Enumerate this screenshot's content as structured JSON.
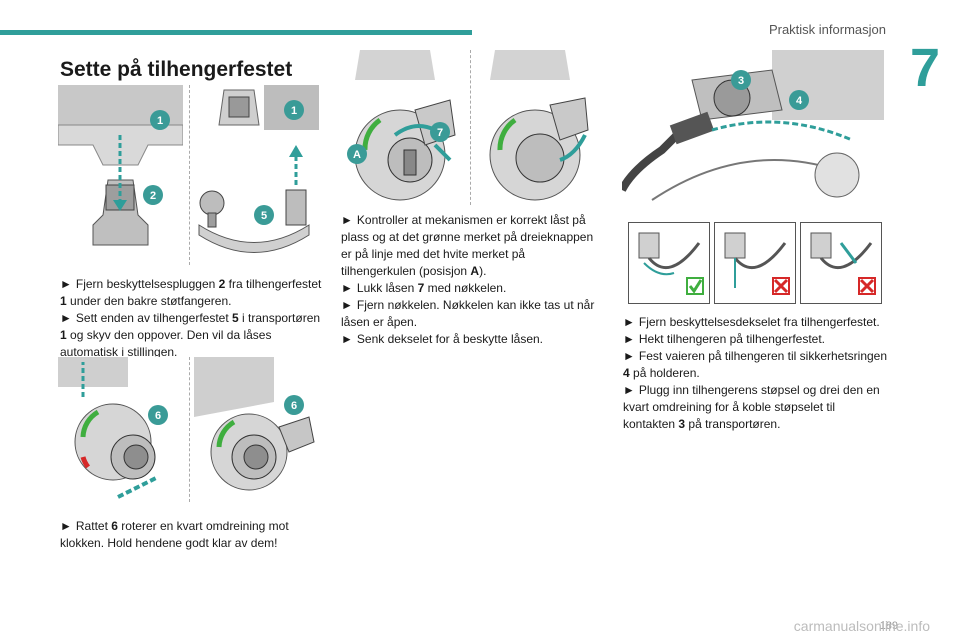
{
  "header": {
    "section": "Praktisk informasjon",
    "chapter": "7"
  },
  "title": "Sette på tilhengerfestet",
  "figure_labels": {
    "fig1": [
      "1",
      "2"
    ],
    "fig2": [
      "1",
      "5"
    ],
    "fig3": [
      "6"
    ],
    "fig4": [
      "6"
    ],
    "fig5": [
      "7",
      "A"
    ],
    "fig7": [
      "3",
      "4"
    ]
  },
  "col1": {
    "para1": [
      {
        "parts": [
          "Fjern beskyttelsespluggen ",
          "2",
          " fra tilhengerfestet ",
          "1",
          " under den bakre støtfangeren."
        ]
      },
      {
        "parts": [
          "Sett enden av tilhengerfestet ",
          "5",
          " i transportøren ",
          "1",
          " og skyv den oppover. Den vil da låses automatisk i stillingen."
        ]
      }
    ],
    "para2": [
      {
        "parts": [
          "Rattet ",
          "6",
          " roterer en kvart omdreining mot klokken. Hold hendene godt klar av dem!"
        ]
      }
    ]
  },
  "col2": {
    "items": [
      {
        "parts": [
          "Kontroller at mekanismen er korrekt låst på plass og at det grønne merket på dreieknappen er på linje med det hvite merket på tilhengerkulen (posisjon ",
          "A",
          ")."
        ]
      },
      {
        "parts": [
          "Lukk låsen ",
          "7",
          " med nøkkelen."
        ]
      },
      {
        "parts": [
          "Fjern nøkkelen. Nøkkelen kan ikke tas ut når låsen er åpen."
        ]
      },
      {
        "parts": [
          "Senk dekselet for å beskytte låsen."
        ]
      }
    ]
  },
  "col3": {
    "items": [
      {
        "parts": [
          "Fjern beskyttelsesdekselet fra tilhengerfestet."
        ]
      },
      {
        "parts": [
          "Hekt tilhengeren på tilhengerfestet."
        ]
      },
      {
        "parts": [
          "Fest vaieren på tilhengeren til sikkerhetsringen ",
          "4",
          " på holderen."
        ]
      },
      {
        "parts": [
          "Plugg inn tilhengerens støpsel og drei den en kvart omdreining for å koble støpselet til kontakten ",
          "3",
          " på transportøren."
        ]
      }
    ]
  },
  "bullet_glyph": "►",
  "page_number": "189",
  "watermark": "carmanualsonline.info",
  "colors": {
    "accent": "#2f9e9a",
    "callout": "#3a9b97",
    "ok": "#3fae3f",
    "bad": "#d62828"
  }
}
